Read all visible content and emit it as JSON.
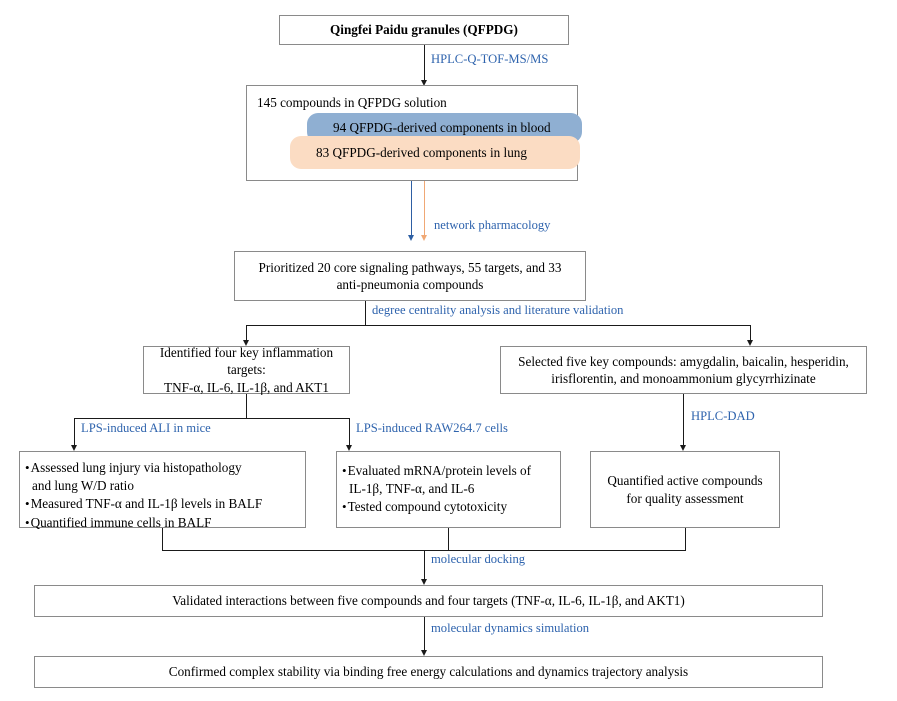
{
  "title": "Qingfei Paidu granules (QFPDG) network pharmacology workflow",
  "colors": {
    "arrow_label_blue": "#2e63ad",
    "blue_pill": "#8fafd2",
    "orange_pill": "#fbdcc3",
    "blue_arrow": "#2e5fa3",
    "orange_arrow": "#f0a875",
    "box_border": "#8a8a8a",
    "line": "#1a1a1a"
  },
  "nodes": {
    "top": {
      "label": "Qingfei Paidu granules (QFPDG)"
    },
    "compounds_container": {
      "label": "145 compounds in QFPDG solution",
      "blood_pill": "94 QFPDG-derived components in blood",
      "lung_pill": "83 QFPDG-derived components in lung"
    },
    "prioritized": {
      "line1": "Prioritized 20 core signaling pathways, 55 targets, and 33",
      "line2": "anti-pneumonia compounds"
    },
    "targets": {
      "line1": "Identified four key inflammation targets:",
      "line2": "TNF-α, IL-6, IL-1β, and AKT1"
    },
    "compounds5": {
      "line1": "Selected five key compounds: amygdalin, baicalin, hesperidin,",
      "line2": "irisflorentin, and monoammonium glycyrrhizinate"
    },
    "invivo": {
      "bullets": [
        {
          "main": "Assessed lung injury via histopathology",
          "cont": "and lung W/D ratio"
        },
        {
          "main": "Measured TNF-α and IL-1β levels in BALF",
          "cont": ""
        },
        {
          "main": "Quantified immune cells in BALF",
          "cont": ""
        }
      ]
    },
    "invitro": {
      "bullets": [
        {
          "main": "Evaluated mRNA/protein levels of",
          "cont": "IL-1β, TNF-α, and IL-6"
        },
        {
          "main": "Tested compound cytotoxicity",
          "cont": ""
        }
      ]
    },
    "quant": {
      "line1": "Quantified active compounds",
      "line2": "for quality assessment"
    },
    "validated": {
      "label": "Validated interactions between five compounds and four targets (TNF-α, IL-6, IL-1β, and AKT1)"
    },
    "confirmed": {
      "label": "Confirmed complex stability via binding free energy calculations and dynamics trajectory analysis"
    }
  },
  "edge_labels": {
    "hplc_qtof": "HPLC-Q-TOF-MS/MS",
    "network_pharmacology": "network pharmacology",
    "degree_centrality": "degree centrality analysis and literature validation",
    "lps_ali_mice": "LPS-induced ALI in mice",
    "lps_raw": "LPS-induced RAW264.7 cells",
    "hplc_dad": "HPLC-DAD",
    "molecular_docking": "molecular docking",
    "md_simulation": "molecular dynamics simulation"
  }
}
